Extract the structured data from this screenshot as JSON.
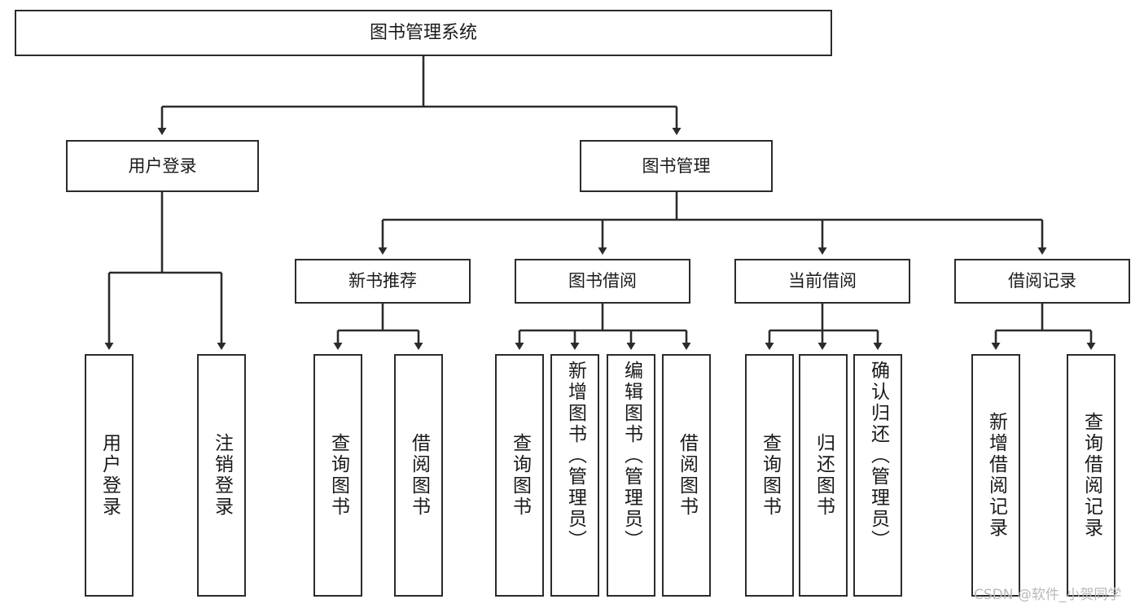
{
  "diagram": {
    "title": "图书管理系统",
    "type": "tree-structure-chart",
    "watermark": "CSDN @软件_小贺同学",
    "colors": {
      "box_border": "#2b2b2b",
      "box_fill": "#ffffff",
      "edge": "#2b2b2b",
      "text": "#1a1a1a",
      "background": "#ffffff",
      "watermark": "#b9b9b9"
    },
    "nodes": {
      "root": {
        "label": "图书管理系统"
      },
      "level2": [
        {
          "id": "user-login",
          "label": "用户登录"
        },
        {
          "id": "book-manage",
          "label": "图书管理"
        }
      ],
      "level3": [
        {
          "id": "new-book-recommend",
          "label": "新书推荐"
        },
        {
          "id": "book-borrow",
          "label": "图书借阅"
        },
        {
          "id": "current-borrow",
          "label": "当前借阅"
        },
        {
          "id": "borrow-record",
          "label": "借阅记录"
        }
      ],
      "leaves": {
        "user_login": [
          {
            "id": "leaf-user-login",
            "label": "用户登录"
          },
          {
            "id": "leaf-user-logout",
            "label": "注销登录"
          }
        ],
        "new_book_recommend": [
          {
            "id": "leaf-query-book-1",
            "label": "查询图书"
          },
          {
            "id": "leaf-borrow-book-1",
            "label": "借阅图书"
          }
        ],
        "book_borrow": [
          {
            "id": "leaf-query-book-2",
            "label": "查询图书"
          },
          {
            "id": "leaf-add-book",
            "label": "新增图书（管理员）"
          },
          {
            "id": "leaf-edit-book",
            "label": "编辑图书（管理员）"
          },
          {
            "id": "leaf-borrow-book-2",
            "label": "借阅图书"
          }
        ],
        "current_borrow": [
          {
            "id": "leaf-query-book-3",
            "label": "查询图书"
          },
          {
            "id": "leaf-return-book",
            "label": "归还图书"
          },
          {
            "id": "leaf-confirm-return",
            "label": "确认归还（管理员）"
          }
        ],
        "borrow_record": [
          {
            "id": "leaf-add-record",
            "label": "新增借阅记录"
          },
          {
            "id": "leaf-query-record",
            "label": "查询借阅记录"
          }
        ]
      }
    }
  }
}
